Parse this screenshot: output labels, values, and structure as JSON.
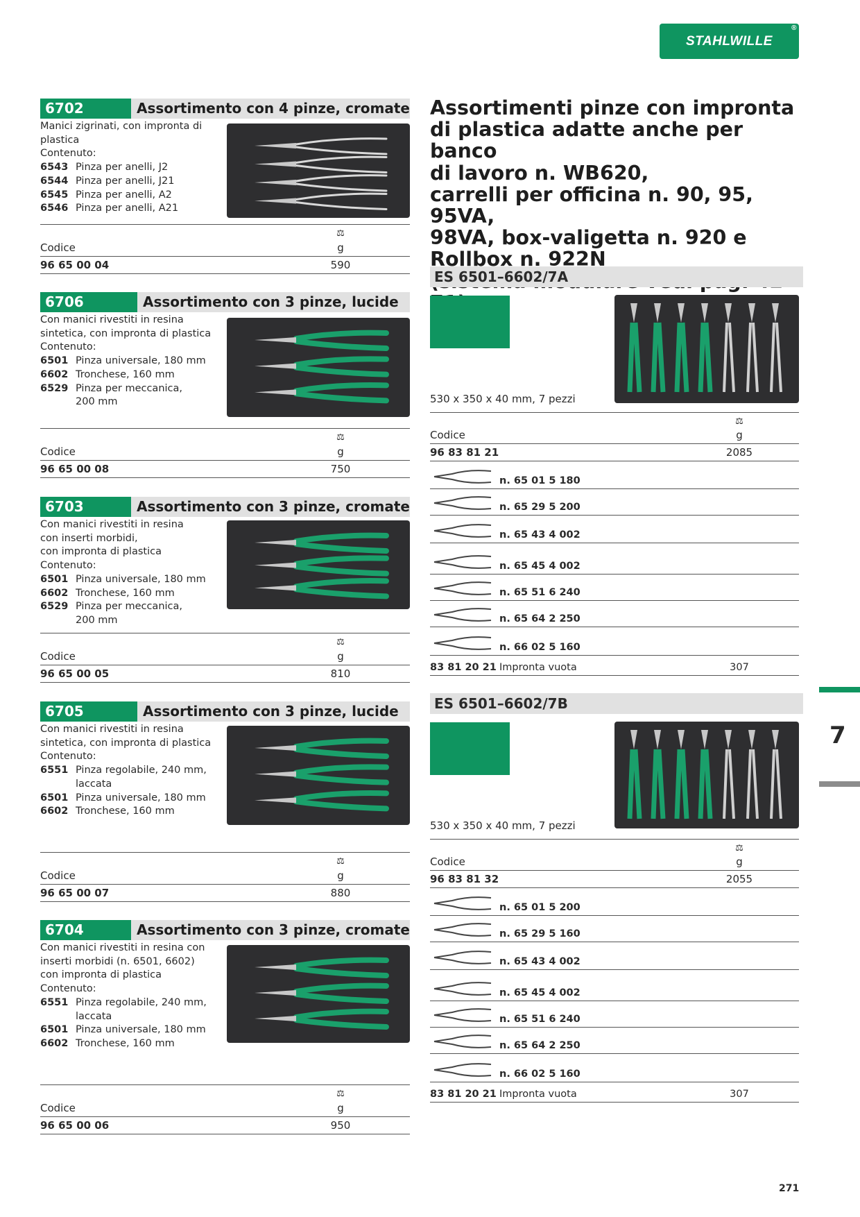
{
  "logo": "STAHLWILLE",
  "sections": [
    {
      "num": "6702",
      "title": "Assortimento con 4 pinze, cromate",
      "desc": [
        "Manici zigrinati, con impronta di",
        "plastica",
        "Contenuto:"
      ],
      "items": [
        [
          "6543",
          "Pinza per anelli, J2"
        ],
        [
          "6544",
          "Pinza per anelli, J21"
        ],
        [
          "6545",
          "Pinza per anelli, A2"
        ],
        [
          "6546",
          "Pinza per anelli, A21"
        ]
      ],
      "code": "96 65 00 04",
      "weight": "590"
    },
    {
      "num": "6706",
      "title": "Assortimento con 3 pinze, lucide",
      "desc": [
        "Con manici rivestiti in resina",
        "sintetica, con impronta di plastica",
        "Contenuto:"
      ],
      "items": [
        [
          "6501",
          "Pinza universale, 180 mm"
        ],
        [
          "6602",
          "Tronchese, 160 mm"
        ],
        [
          "6529",
          "Pinza per meccanica,"
        ],
        [
          "",
          "200 mm"
        ]
      ],
      "code": "96 65 00 08",
      "weight": "750"
    },
    {
      "num": "6703",
      "title": "Assortimento con 3 pinze, cromate",
      "desc": [
        "Con manici rivestiti in resina",
        "con inserti morbidi,",
        "con impronta di plastica",
        "Contenuto:"
      ],
      "items": [
        [
          "6501",
          "Pinza universale, 180 mm"
        ],
        [
          "6602",
          "Tronchese, 160 mm"
        ],
        [
          "6529",
          "Pinza per meccanica,"
        ],
        [
          "",
          "200 mm"
        ]
      ],
      "code": "96 65 00 05",
      "weight": "810"
    },
    {
      "num": "6705",
      "title": "Assortimento con 3 pinze, lucide",
      "desc": [
        "Con manici rivestiti in resina",
        "sintetica, con impronta di plastica",
        "Contenuto:"
      ],
      "items": [
        [
          "6551",
          "Pinza regolabile, 240 mm,"
        ],
        [
          "",
          "laccata"
        ],
        [
          "6501",
          "Pinza universale, 180 mm"
        ],
        [
          "6602",
          "Tronchese, 160 mm"
        ]
      ],
      "code": "96 65 00 07",
      "weight": "880"
    },
    {
      "num": "6704",
      "title": "Assortimento con 3 pinze, cromate",
      "desc": [
        "Con manici rivestiti in resina con",
        "inserti morbidi (n. 6501, 6602)",
        "con impronta di plastica",
        "Contenuto:"
      ],
      "items": [
        [
          "6551",
          "Pinza regolabile, 240 mm,"
        ],
        [
          "",
          "laccata"
        ],
        [
          "6501",
          "Pinza universale, 180 mm"
        ],
        [
          "6602",
          "Tronchese, 160 mm"
        ]
      ],
      "code": "96 65 00 06",
      "weight": "950"
    }
  ],
  "labels": {
    "codice": "Codice",
    "unit": "g",
    "weight_icon": "⚖"
  },
  "right_title": [
    "Assortimenti pinze con impronta",
    "di plastica adatte anche per banco",
    "di lavoro n. WB620,",
    "carrelli per officina n. 90, 95, 95VA,",
    "98VA, box-valigetta n. 920 e",
    "Rollbox n. 922N",
    "(sistema modulare vedi pag. 42–71)"
  ],
  "right_sections": [
    {
      "head": "ES 6501–6602/7A",
      "dims": "530 x 350 x 40 mm, 7 pezzi",
      "code": "96 83 81 21",
      "weight": "2085",
      "parts": [
        "n. 65 01 5 180",
        "n. 65 29 5 200",
        "n. 65 43 4 002",
        "n. 65 45 4 002",
        "n. 65 51 6 240",
        "n. 65 64 2 250",
        "n. 66 02 5 160"
      ],
      "empty": {
        "code": "83 81 20 21",
        "label": "Impronta vuota",
        "weight": "307"
      }
    },
    {
      "head": "ES 6501–6602/7B",
      "dims": "530 x 350 x 40 mm, 7 pezzi",
      "code": "96 83 81 32",
      "weight": "2055",
      "parts": [
        "n. 65 01 5 200",
        "n. 65 29 5 160",
        "n. 65 43 4 002",
        "n. 65 45 4 002",
        "n. 65 51 6 240",
        "n. 65 64 2 250",
        "n. 66 02 5 160"
      ],
      "empty": {
        "code": "83 81 20 21",
        "label": "Impronta vuota",
        "weight": "307"
      }
    }
  ],
  "chapter": "7",
  "page_number": "271",
  "colors": {
    "accent": "#0f9560",
    "header_bg": "#e1e1e1"
  }
}
